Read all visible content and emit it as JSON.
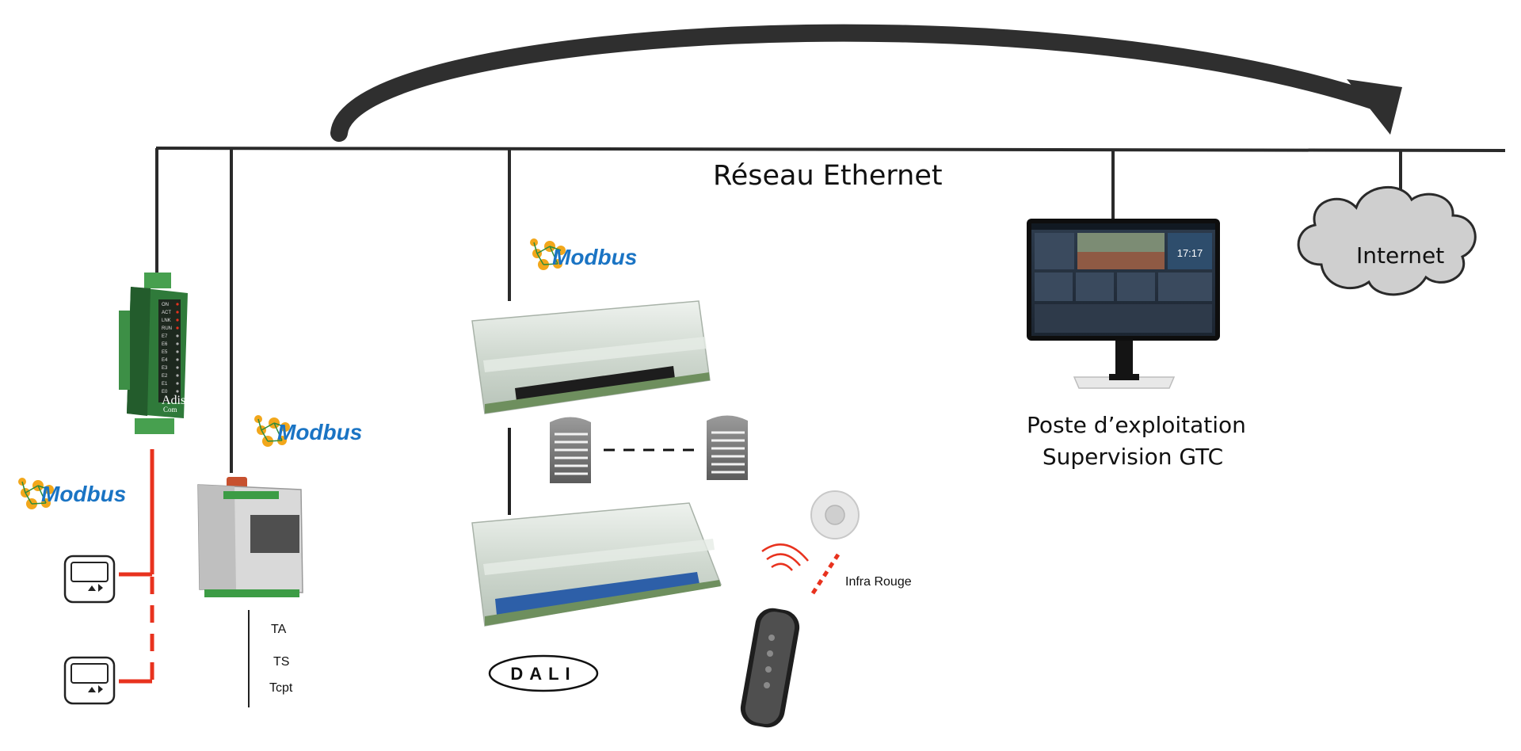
{
  "network": {
    "label": "Réseau Ethernet"
  },
  "supervision": {
    "line1": "Poste d’exploitation",
    "line2": "Supervision GTC",
    "screen_clock": "17:17"
  },
  "internet": {
    "label": "Internet"
  },
  "protocols": {
    "modbus": "Modbus",
    "dali": "DALI"
  },
  "adis_module": {
    "brand": "Adis",
    "brand_sub": "Com",
    "leds": [
      "ON",
      "ACT",
      "LNK",
      "RUN",
      "E7",
      "E6",
      "E5",
      "E4",
      "E3",
      "E2",
      "E1",
      "E0"
    ]
  },
  "sensors": {
    "items": [
      "TA",
      "TS",
      "Tcpt"
    ]
  },
  "infrared": {
    "label": "Infra Rouge"
  },
  "colors": {
    "network_line": "#2a2a2a",
    "modbus_bus": "#e8321e",
    "modbus_blue": "#1a74c4",
    "modbus_orange": "#f2a71b",
    "cloud_fill": "#cfcfcf",
    "adis_green": "#2f7a3a"
  }
}
